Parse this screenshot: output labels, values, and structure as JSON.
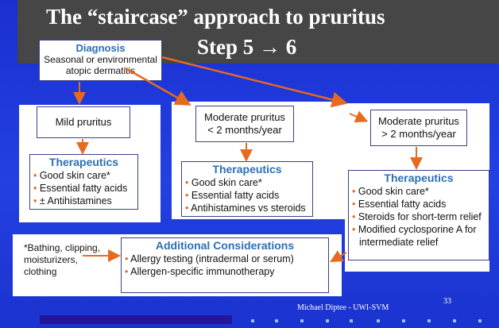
{
  "slide": {
    "title_line1": "The “staircase” approach to pruritus",
    "title_line2": "Step 5 → 6",
    "footer_credit": "Michael Diptee - UWI-SVM",
    "slide_number": "33"
  },
  "diagnosis": {
    "heading": "Diagnosis",
    "line1": "Seasonal or environmental",
    "line2": "atopic dermatitis"
  },
  "mild": {
    "label": "Mild pruritus",
    "therapeutics_heading": "Therapeutics",
    "items": [
      "Good skin care*",
      "Essential fatty acids",
      "± Antihistamines"
    ]
  },
  "moderate_short": {
    "line1": "Moderate pruritus",
    "line2": "< 2 months/year",
    "therapeutics_heading": "Therapeutics",
    "items": [
      "Good skin care*",
      "Essential fatty acids",
      "Antihistamines vs steroids"
    ]
  },
  "moderate_long": {
    "line1": "Moderate pruritus",
    "line2": "> 2 months/year",
    "therapeutics_heading": "Therapeutics",
    "items": [
      "Good skin care*",
      "Essential fatty acids",
      "Steroids for short-term relief",
      "Modified cyclosporine A for",
      "intermediate relief"
    ]
  },
  "additional": {
    "heading": "Additional Considerations",
    "items": [
      "Allergy testing (intradermal or serum)",
      "Allergen-specific immunotherapy"
    ]
  },
  "footnote": {
    "line1": "*Bathing, clipping,",
    "line2": "moisturizers,",
    "line3": "clothing"
  },
  "colors": {
    "background": "#1d38d6",
    "title_band": "#464646",
    "arrow": "#e66a1f",
    "heading_blue": "#2b6fb6"
  }
}
